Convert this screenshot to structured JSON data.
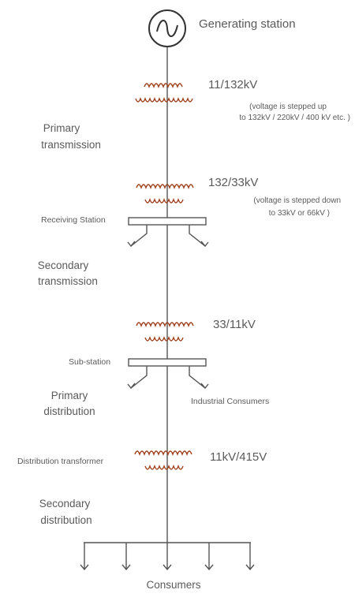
{
  "station": {
    "label": "Generating station"
  },
  "transformers": [
    {
      "ratio": "11/132kV",
      "note_lines": [
        "(voltage is stepped up",
        "to 132kV / 220kV / 400 kV etc. )"
      ]
    },
    {
      "ratio": "132/33kV",
      "note_lines": [
        "(voltage is stepped down",
        "to 33kV or 66kV )"
      ]
    },
    {
      "ratio": "33/11kV",
      "note_lines": []
    },
    {
      "ratio": "11kV/415V",
      "note_lines": []
    }
  ],
  "stages": {
    "primary_transmission": [
      "Primary",
      "transmission"
    ],
    "secondary_transmission": [
      "Secondary",
      "transmission"
    ],
    "primary_distribution": [
      "Primary",
      "distribution"
    ],
    "secondary_distribution": [
      "Secondary",
      "distribution"
    ]
  },
  "busbars": {
    "receiving_station": "Receiving Station",
    "sub_station": "Sub-station"
  },
  "labels": {
    "industrial_consumers": "Industrial Consumers",
    "distribution_transformer": "Distribution transformer",
    "consumers": "Consumers"
  },
  "colors": {
    "coil": "#a0411e",
    "wire": "#555555",
    "text": "#5a5a5a"
  },
  "icons": {
    "generator": "ac-sine-generator-icon"
  }
}
